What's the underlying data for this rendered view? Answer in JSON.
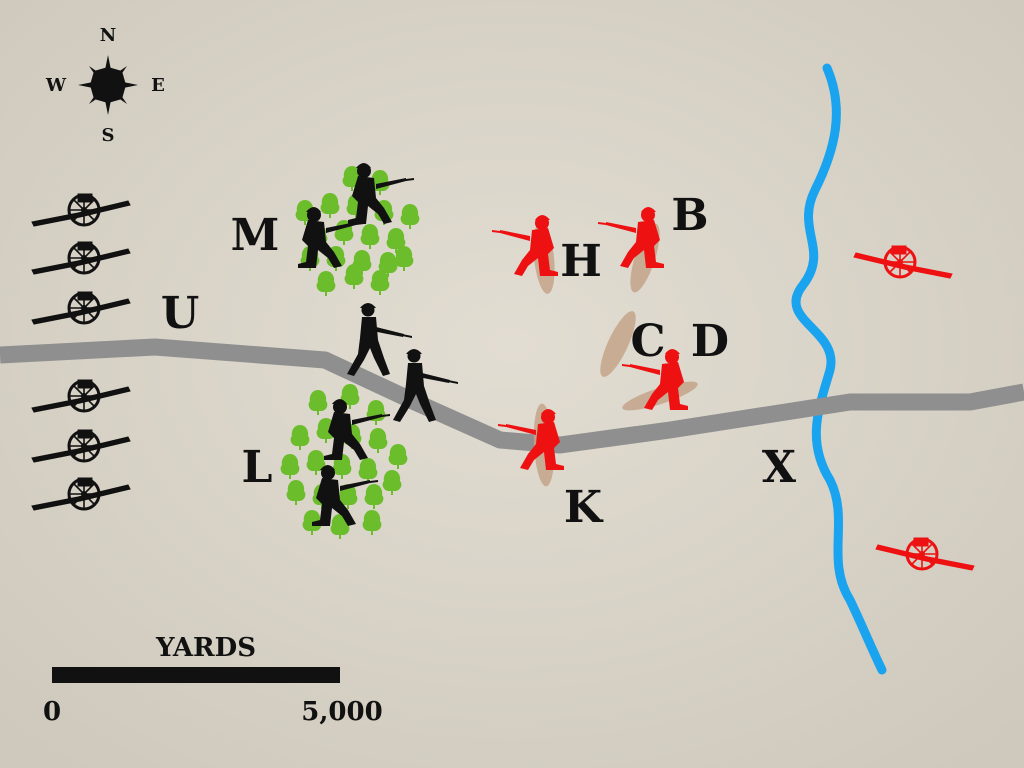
{
  "compass": {
    "n": "N",
    "s": "S",
    "e": "E",
    "w": "W"
  },
  "position_labels": {
    "m": "M",
    "u": "U",
    "l": "L",
    "h": "H",
    "b": "B",
    "c": "C",
    "d": "D",
    "k": "K",
    "x": "X"
  },
  "scale_bar": {
    "title": "YARDS",
    "start": "0",
    "end": "5,000"
  },
  "colors": {
    "background": "#d8d3c8",
    "friendly": "#111111",
    "enemy": "#ee1111",
    "river": "#1aa3ee",
    "road": "#8f8f8f",
    "trees": "#6cbd2b",
    "entrenchment": "#c4a48a"
  },
  "icons": {
    "friendly_artillery": "field-gun-icon",
    "enemy_artillery": "field-gun-icon",
    "friendly_infantry": "soldier-icon",
    "enemy_infantry": "soldier-icon",
    "woods": "tree-cluster-icon",
    "compass": "compass-rose-icon"
  }
}
